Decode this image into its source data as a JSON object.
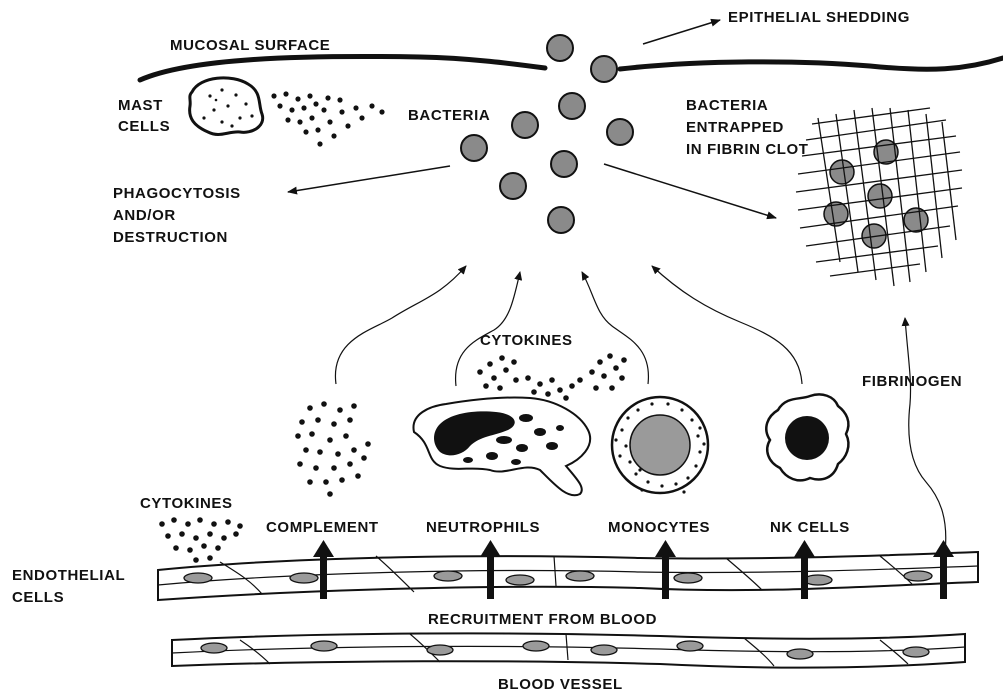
{
  "labels": {
    "mucosal_surface": "MUCOSAL SURFACE",
    "epithelial_shedding": "EPITHELIAL SHEDDING",
    "mast_cells_line1": "MAST",
    "mast_cells_line2": "CELLS",
    "bacteria": "BACTERIA",
    "entrapped_line1": "BACTERIA",
    "entrapped_line2": "ENTRAPPED",
    "entrapped_line3": "IN FIBRIN CLOT",
    "phago_line1": "PHAGOCYTOSIS",
    "phago_line2": "AND/OR",
    "phago_line3": "DESTRUCTION",
    "cytokines_top": "CYTOKINES",
    "fibrinogen": "FIBRINOGEN",
    "cytokines_left": "CYTOKINES",
    "complement": "COMPLEMENT",
    "neutrophils": "NEUTROPHILS",
    "monocytes": "MONOCYTES",
    "nk_cells": "NK CELLS",
    "endothelial_line1": "ENDOTHELIAL",
    "endothelial_line2": "CELLS",
    "recruitment": "RECRUITMENT FROM BLOOD",
    "blood_vessel": "BLOOD VESSEL"
  },
  "colors": {
    "ink": "#111111",
    "bacteria_fill": "#8a8a8a",
    "nucleus_fill": "#a8a8a8",
    "cell_fill": "#9a9a9a",
    "background": "#ffffff"
  }
}
